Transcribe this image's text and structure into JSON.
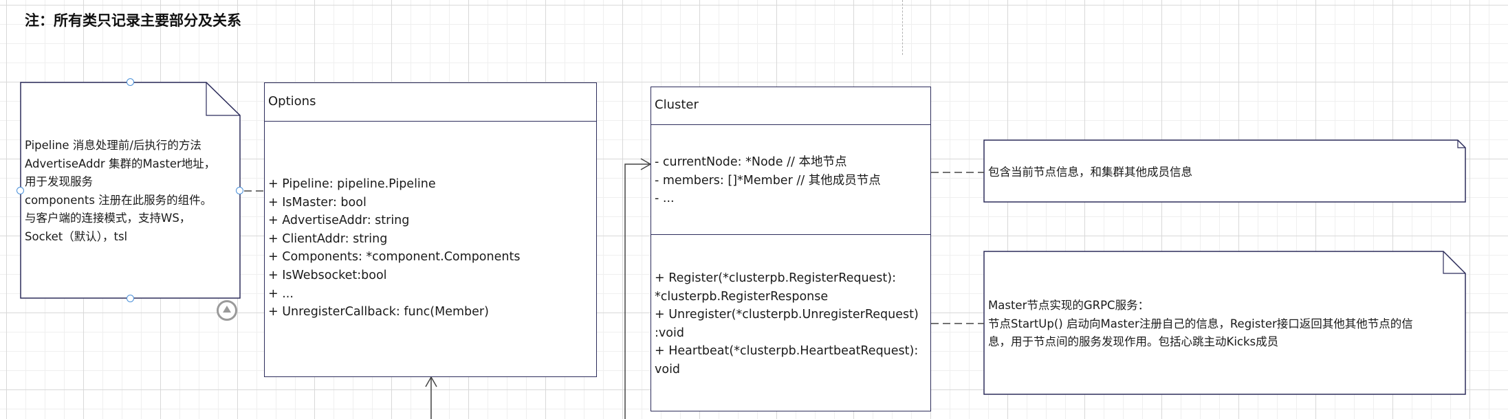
{
  "page_title": "注：所有类只记录主要部分及关系",
  "pipeline_note": {
    "lines": [
      "Pipeline 消息处理前/后执行的方法",
      "AdvertiseAddr 集群的Master地址，",
      "用于发现服务",
      "components 注册在此服务的组件。",
      "与客户端的连接模式，支持WS，",
      "Socket（默认），tsl"
    ]
  },
  "options_class": {
    "name": "Options",
    "fields": [
      "+ Pipeline: pipeline.Pipeline",
      "+ IsMaster: bool",
      "+ AdvertiseAddr: string",
      "+ ClientAddr: string",
      "+ Components: *component.Components",
      "+ IsWebsocket:bool",
      "+ ...",
      "+ UnregisterCallback: func(Member)"
    ]
  },
  "cluster_class": {
    "name": "Cluster",
    "fields": [
      "- currentNode: *Node  // 本地节点",
      "- members: []*Member // 其他成员节点",
      "- ..."
    ],
    "methods": [
      "+ Register(*clusterpb.RegisterRequest):",
      "*clusterpb.RegisterResponse",
      "+ Unregister(*clusterpb.UnregisterRequest)",
      ":void",
      "+ Heartbeat(*clusterpb.HeartbeatRequest):",
      "void"
    ]
  },
  "cluster_fields_note": {
    "text": "包含当前节点信息，和集群其他成员信息"
  },
  "cluster_methods_note": {
    "lines": [
      "Master节点实现的GRPC服务：",
      "节点StartUp() 启动向Master注册自己的信息，Register接口返回其他其他节点的信",
      "息，用于节点间的服务发现作用。包括心跳主动Kicks成员"
    ]
  },
  "colors": {
    "class_border": "#2b2b5a",
    "handle": "#4a90d9",
    "connector": "#444444"
  }
}
